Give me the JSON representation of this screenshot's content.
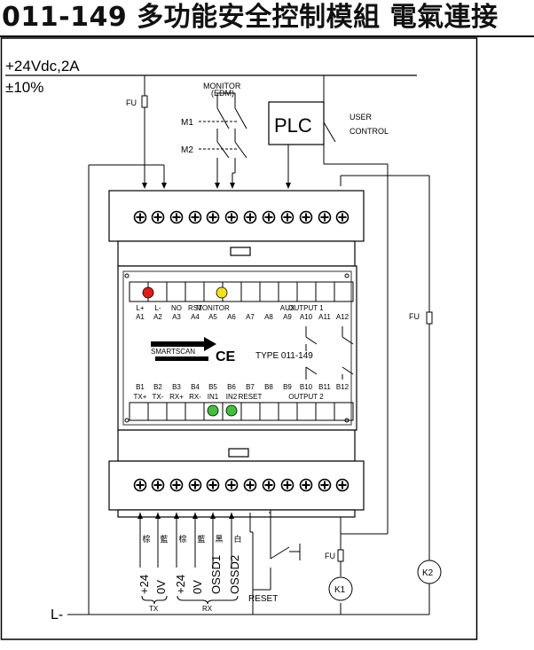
{
  "title": "011-149 多功能安全控制模組 電氣連接",
  "supply": {
    "voltage": "+24Vdc,2A",
    "tolerance": "±10%",
    "negative": "L-"
  },
  "fuse_label": "FU",
  "monitor": {
    "label": "MONITOR",
    "sub": "(EDM)",
    "m1": "M1",
    "m2": "M2"
  },
  "plc": {
    "label": "PLC",
    "user": "USER",
    "control": "CONTROL"
  },
  "module": {
    "top_terminals": [
      {
        "signal": "L+",
        "pin": "A1"
      },
      {
        "signal": "L-",
        "pin": "A2"
      },
      {
        "signal": "NO",
        "pin": "A3"
      },
      {
        "signal": "RST",
        "pin": "A4"
      },
      {
        "signal": "MONITOR",
        "pin": "A5"
      },
      {
        "signal": "",
        "pin": "A6"
      },
      {
        "signal": "",
        "pin": "A7"
      },
      {
        "signal": "",
        "pin": "A8"
      },
      {
        "signal": "AUX",
        "pin": "A9"
      },
      {
        "signal": "OUTPUT 1",
        "pin": "A10"
      },
      {
        "signal": "",
        "pin": "A11"
      },
      {
        "signal": "",
        "pin": "A12"
      }
    ],
    "bottom_terminals": [
      {
        "pin": "B1",
        "signal": "TX+"
      },
      {
        "pin": "B2",
        "signal": "TX-"
      },
      {
        "pin": "B3",
        "signal": "RX+"
      },
      {
        "pin": "B4",
        "signal": "RX-"
      },
      {
        "pin": "B5",
        "signal": "IN1"
      },
      {
        "pin": "B6",
        "signal": "IN2"
      },
      {
        "pin": "B7",
        "signal": "RESET"
      },
      {
        "pin": "B8",
        "signal": ""
      },
      {
        "pin": "B9",
        "signal": ""
      },
      {
        "pin": "B10",
        "signal": "OUTPUT 2"
      },
      {
        "pin": "B11",
        "signal": ""
      },
      {
        "pin": "B12",
        "signal": ""
      }
    ],
    "brand": "SMARTSCAN",
    "ce_mark": "CE",
    "type_label": "TYPE 011-149",
    "led_colors": {
      "red": "#e21a1a",
      "yellow": "#f2e21c",
      "green": "#3fbf3a"
    }
  },
  "wire_colors": [
    "棕",
    "藍",
    "棕",
    "藍",
    "黑",
    "白"
  ],
  "bottom_labels": {
    "tx": {
      "plus": "+24",
      "zero": "0V",
      "group": "TX"
    },
    "rx": {
      "plus": "+24",
      "zero": "0V",
      "ossd1": "OSSD1",
      "ossd2": "OSSD2",
      "group": "RX"
    },
    "reset": "RESET",
    "k1": "K1",
    "k2": "K2"
  }
}
